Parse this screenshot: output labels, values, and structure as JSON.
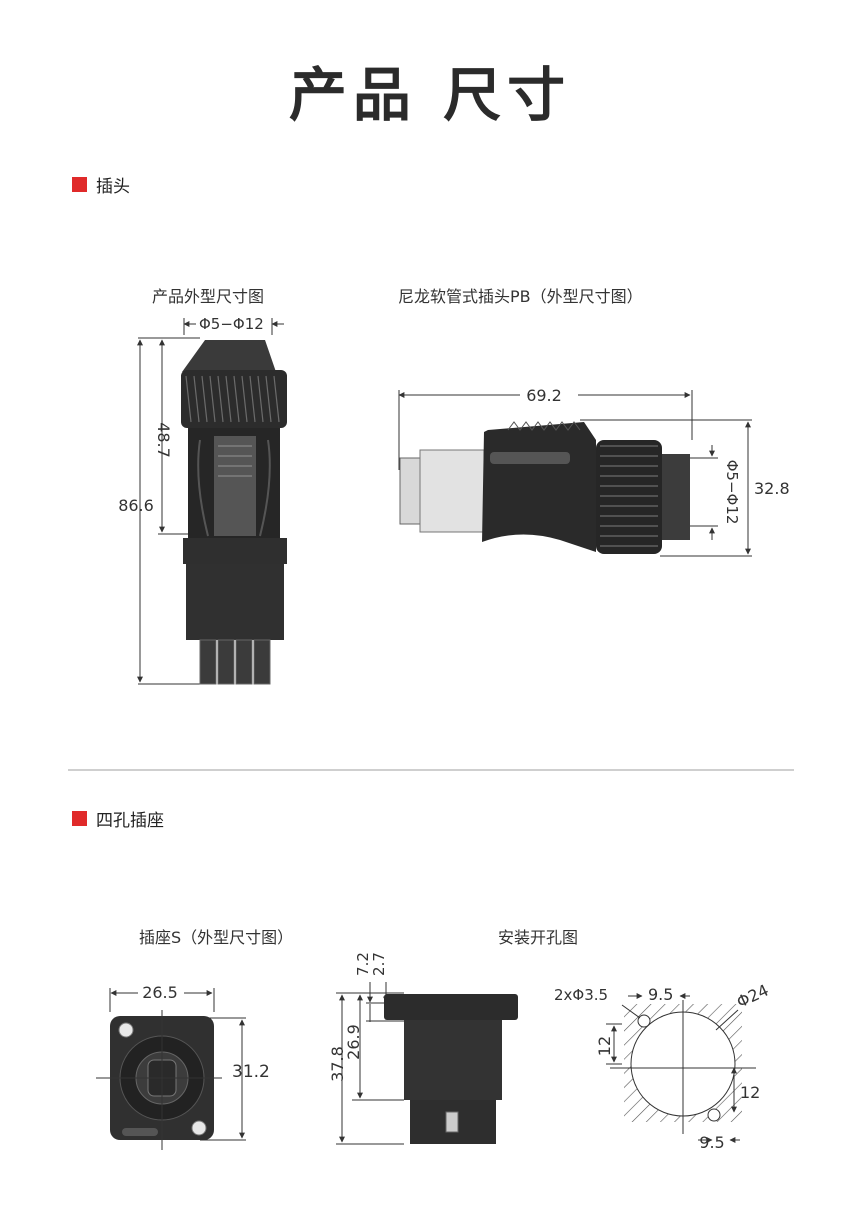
{
  "page_title": "产品 尺寸",
  "accent_color": "#e02a2a",
  "section_plug": {
    "heading": "插头",
    "caption_outline": "产品外型尺寸图",
    "caption_pb": "尼龙软管式插头PB（外型尺寸图）",
    "dims_outline": {
      "diameter": "Φ5−Φ12",
      "length_head": "48.7",
      "length_total": "86.6"
    },
    "dims_pb": {
      "length": "69.2",
      "diameter": "Φ5−Φ12",
      "height": "32.8"
    }
  },
  "section_socket": {
    "heading": "四孔插座",
    "caption_socket": "插座S（外型尺寸图）",
    "caption_hole": "安装开孔图",
    "dims_front": {
      "width": "26.5",
      "height": "31.2"
    },
    "dims_side": {
      "d1": "7.2",
      "d2": "2.7",
      "d3": "37.8",
      "d4": "26.9"
    },
    "dims_hole": {
      "screw": "2xΦ3.5",
      "pitch_top": "9.5",
      "diameter": "Φ24",
      "left": "12",
      "right": "12",
      "pitch_bottom": "9.5"
    }
  }
}
